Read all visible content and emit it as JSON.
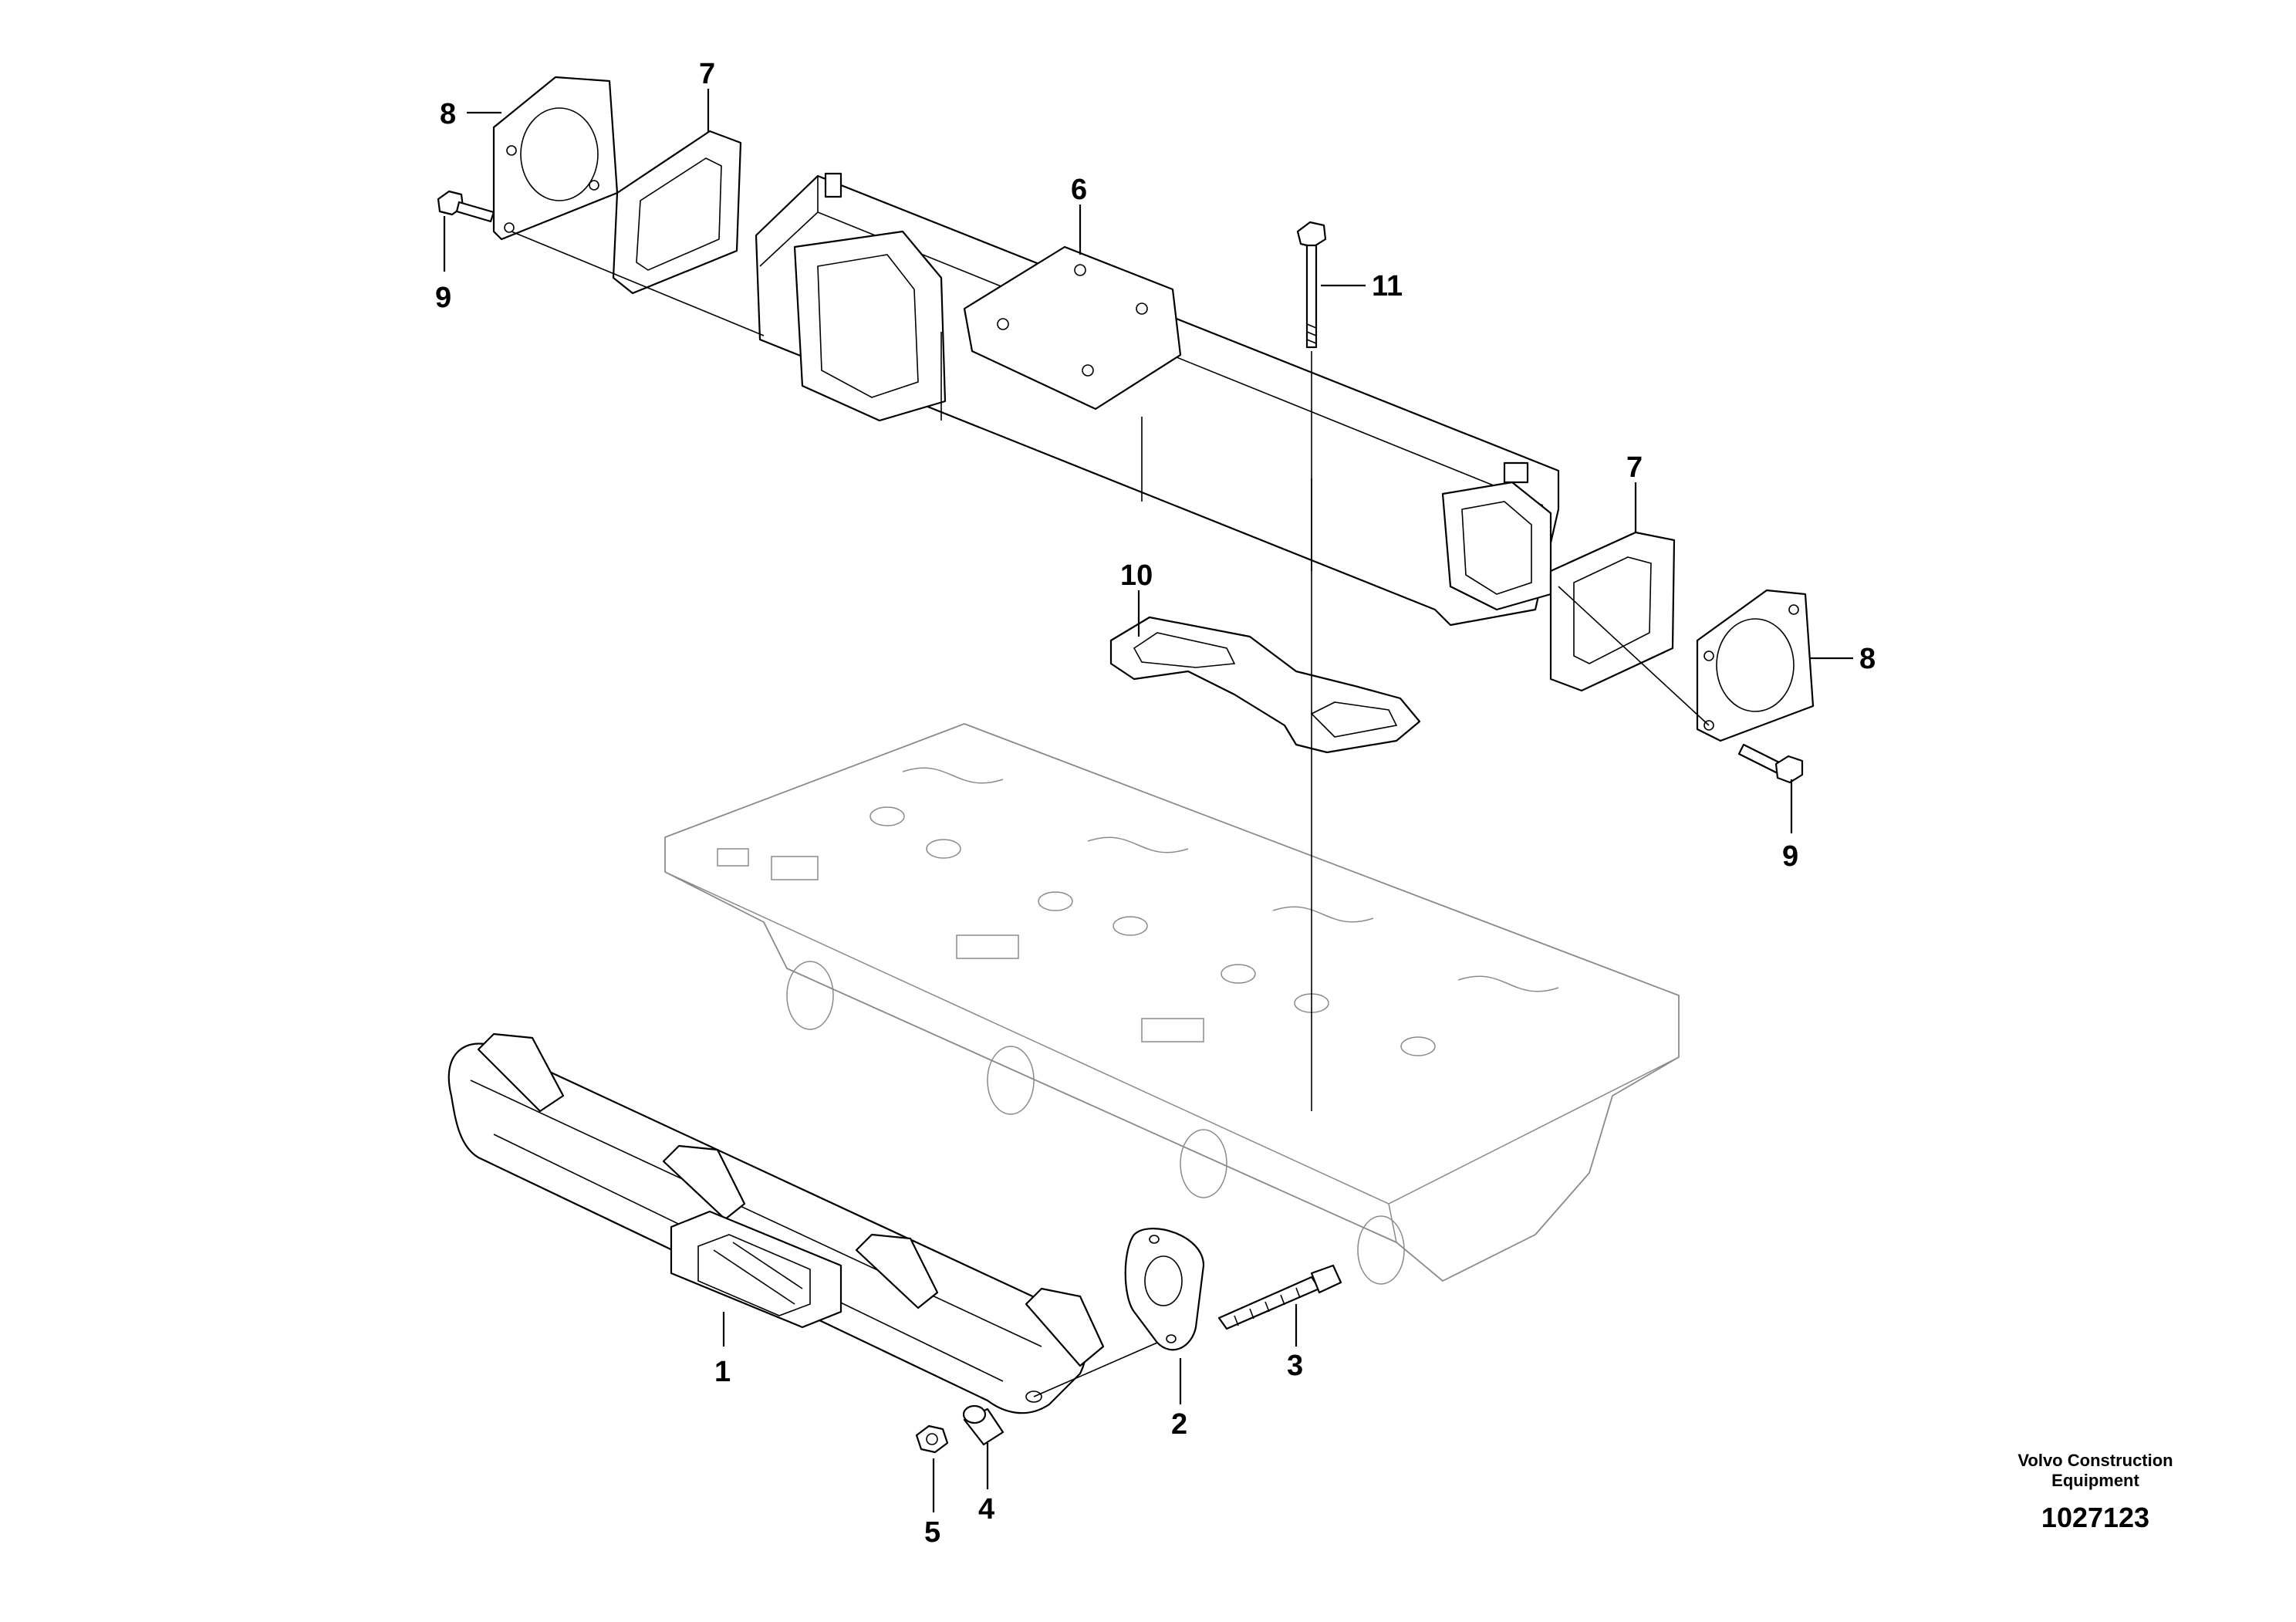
{
  "callouts": {
    "c1": "1",
    "c2": "2",
    "c3": "3",
    "c4": "4",
    "c5": "5",
    "c6": "6",
    "c7a": "7",
    "c7b": "7",
    "c8a": "8",
    "c8b": "8",
    "c9a": "9",
    "c9b": "9",
    "c10": "10",
    "c11": "11"
  },
  "footer": {
    "brand": "Volvo Construction\nEquipment",
    "document_number": "1027123"
  }
}
